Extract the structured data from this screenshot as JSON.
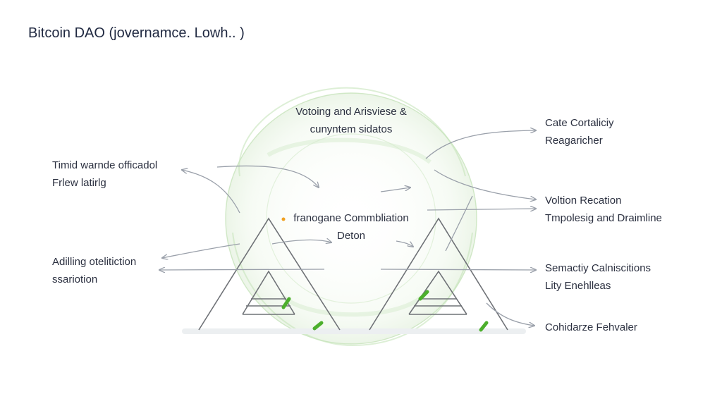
{
  "title": "Bitcoin DAO (jovernamce. Lowh.. )",
  "colors": {
    "text": "#2b3040",
    "title": "#1f2840",
    "arrow": "#9aa0aa",
    "triangle": "#6f7277",
    "accent_green": "#4caf2c",
    "halo_green": "#b8dca8",
    "dot_orange": "#f0a020"
  },
  "labels": {
    "top_center": [
      "Votoing and Arisviese &",
      "cunyntem sidatos"
    ],
    "center": [
      "franogane Commbliation",
      "Deton"
    ],
    "left_1": [
      "Timid warnde officadol",
      "Frlew latirlg"
    ],
    "left_2": [
      "Adilling otelitiction",
      "ssariotion"
    ],
    "right_1": [
      "Cate Cortaliciy",
      "Reagaricher"
    ],
    "right_2": [
      "Voltion Recation",
      "Tmpolesig and Draimline"
    ],
    "right_3": [
      "Semactiy Calniscitions",
      "Lity Enehlleas"
    ],
    "right_4": [
      "Cohidarze Fehvaler"
    ]
  }
}
